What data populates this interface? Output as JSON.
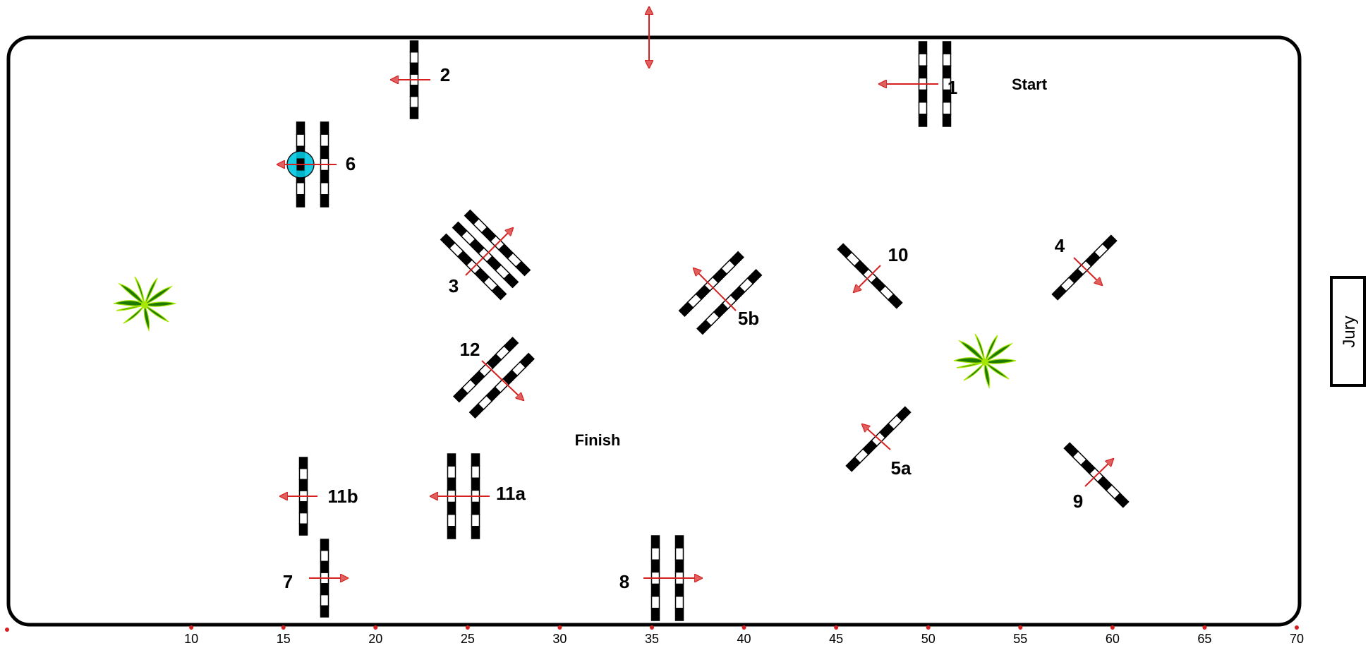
{
  "labels": {
    "start": "Start",
    "finish": "Finish",
    "jury": "Jury"
  },
  "scale": {
    "min": 0,
    "max": 70,
    "ticks": [
      10,
      15,
      20,
      25,
      30,
      35,
      40,
      45,
      50,
      55,
      60,
      65,
      70
    ]
  },
  "colors": {
    "arrow": "#d62020",
    "arrow_fill": "#e06060",
    "rail_dark": "#000000",
    "rail_light": "#ffffff",
    "water": "#00c8e0",
    "plant_dark": "#1e7a00",
    "plant_light": "#a6e600"
  },
  "icons": {
    "plant": "plant-icon",
    "water": "water-tray-icon",
    "arrow": "direction-arrow-icon"
  },
  "fences": [
    {
      "id": "fence-1",
      "number": "1"
    },
    {
      "id": "fence-2",
      "number": "2"
    },
    {
      "id": "fence-3",
      "number": "3"
    },
    {
      "id": "fence-4",
      "number": "4"
    },
    {
      "id": "fence-5a",
      "number": "5a"
    },
    {
      "id": "fence-5b",
      "number": "5b"
    },
    {
      "id": "fence-6",
      "number": "6"
    },
    {
      "id": "fence-7",
      "number": "7"
    },
    {
      "id": "fence-8",
      "number": "8"
    },
    {
      "id": "fence-9",
      "number": "9"
    },
    {
      "id": "fence-10",
      "number": "10"
    },
    {
      "id": "fence-11a",
      "number": "11a"
    },
    {
      "id": "fence-11b",
      "number": "11b"
    },
    {
      "id": "fence-12",
      "number": "12"
    }
  ]
}
